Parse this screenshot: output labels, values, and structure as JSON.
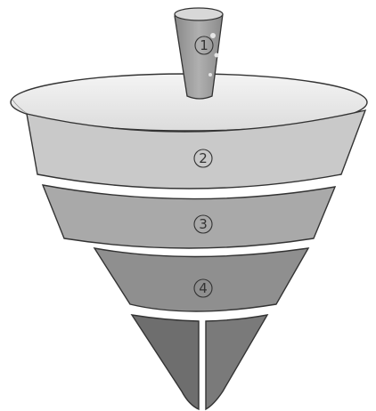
{
  "diagram": {
    "cup_label": "1",
    "tiers": [
      {
        "label": "2"
      },
      {
        "label": "3"
      },
      {
        "label": "4"
      }
    ]
  },
  "colors": {
    "outline": "#333333",
    "rim_fill": "#e8e8e8",
    "cup_fill": "#9a9a9a",
    "tier_2_fill": "#c9c9c9",
    "tier_3_fill": "#a9a9a9",
    "tier_4_fill": "#8f8f8f",
    "tip_fill": "#6e6e6e"
  }
}
